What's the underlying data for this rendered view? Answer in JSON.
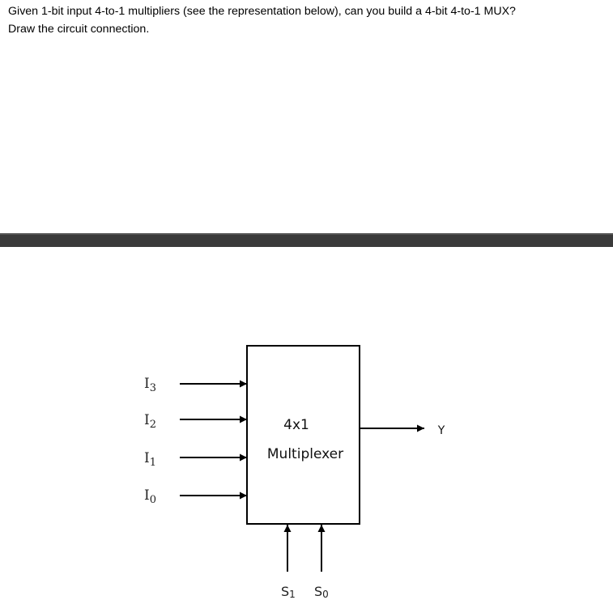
{
  "question": {
    "line1": "Given 1-bit input 4-to-1 multipliers (see the representation below), can you build a 4-bit 4-to-1 MUX?",
    "line2": "Draw the circuit connection."
  },
  "diagram": {
    "inputs": [
      {
        "base": "I",
        "sub": "3"
      },
      {
        "base": "I",
        "sub": "2"
      },
      {
        "base": "I",
        "sub": "1"
      },
      {
        "base": "I",
        "sub": "0"
      }
    ],
    "block_line1": "4x1",
    "block_line2": "Multiplexer",
    "output": "Y",
    "selects": [
      {
        "base": "S",
        "sub": "1"
      },
      {
        "base": "S",
        "sub": "0"
      }
    ]
  }
}
